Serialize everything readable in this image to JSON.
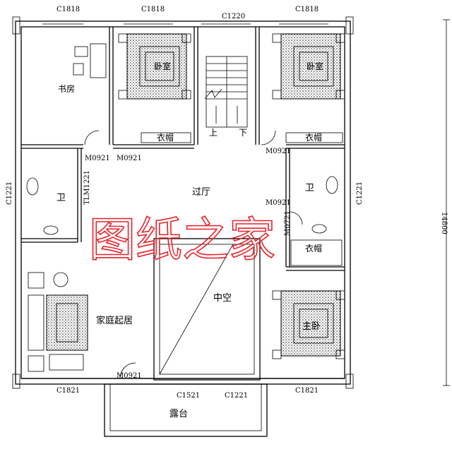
{
  "windows": {
    "top_left": "C1818",
    "top_bed1": "C1818",
    "top_stair": "C1220",
    "top_bed2": "C1818",
    "left_wc": "C1221",
    "right_wc": "C1221",
    "bottom_left": "C1821",
    "bottom_mid1": "C1521",
    "bottom_mid2": "C1221",
    "bottom_right": "C1821"
  },
  "doors": {
    "study_door": "M0921",
    "bed1_door": "M0921",
    "bed2_door": "M0921",
    "wc_left_door": "TLM1221",
    "wc_right_door": "M0921",
    "closet_right_door": "M0721",
    "balcony_door": "M0921"
  },
  "rooms": {
    "study": "书房",
    "bedroom1": "卧室",
    "bedroom2": "卧室",
    "wardrobe1": "衣帽",
    "wardrobe2": "衣帽",
    "wardrobe3": "衣帽",
    "wc_left": "卫",
    "wc_right": "卫",
    "hall": "过厅",
    "family_living": "家庭起居",
    "void": "中空",
    "master_bedroom": "主卧",
    "balcony": "露台",
    "stair_up": "上",
    "stair_down": "下"
  },
  "dimension": {
    "overall_height": "14800"
  },
  "watermark": "图纸之家"
}
